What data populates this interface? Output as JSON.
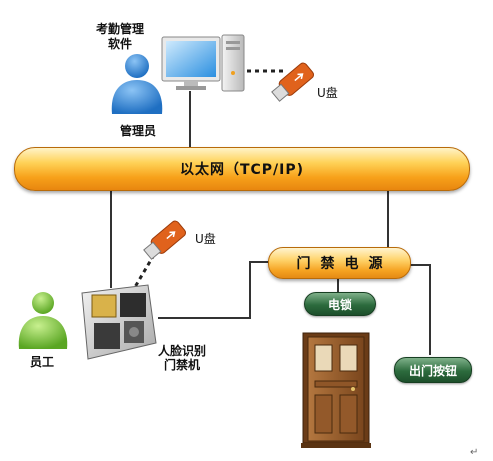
{
  "labels": {
    "software_line1": "考勤管理",
    "software_line2": "软件",
    "admin": "管理员",
    "usb_top": "U盘",
    "usb_mid": "U盘",
    "network": "以太网（TCP/IP)",
    "access_power": "门禁电源",
    "lock": "电锁",
    "exit_button": "出门按钮",
    "face_line1": "人脸识别",
    "face_line2": "门禁机",
    "employee": "员工",
    "return_mark": "↵"
  },
  "colors": {
    "bus_orange": "#f7a11a",
    "pill_green": "#2c6b3d",
    "person_blue": "#2f7fd0",
    "person_green": "#78c43a",
    "usb_orange": "#e0621c",
    "door_brown": "#8a5326"
  }
}
